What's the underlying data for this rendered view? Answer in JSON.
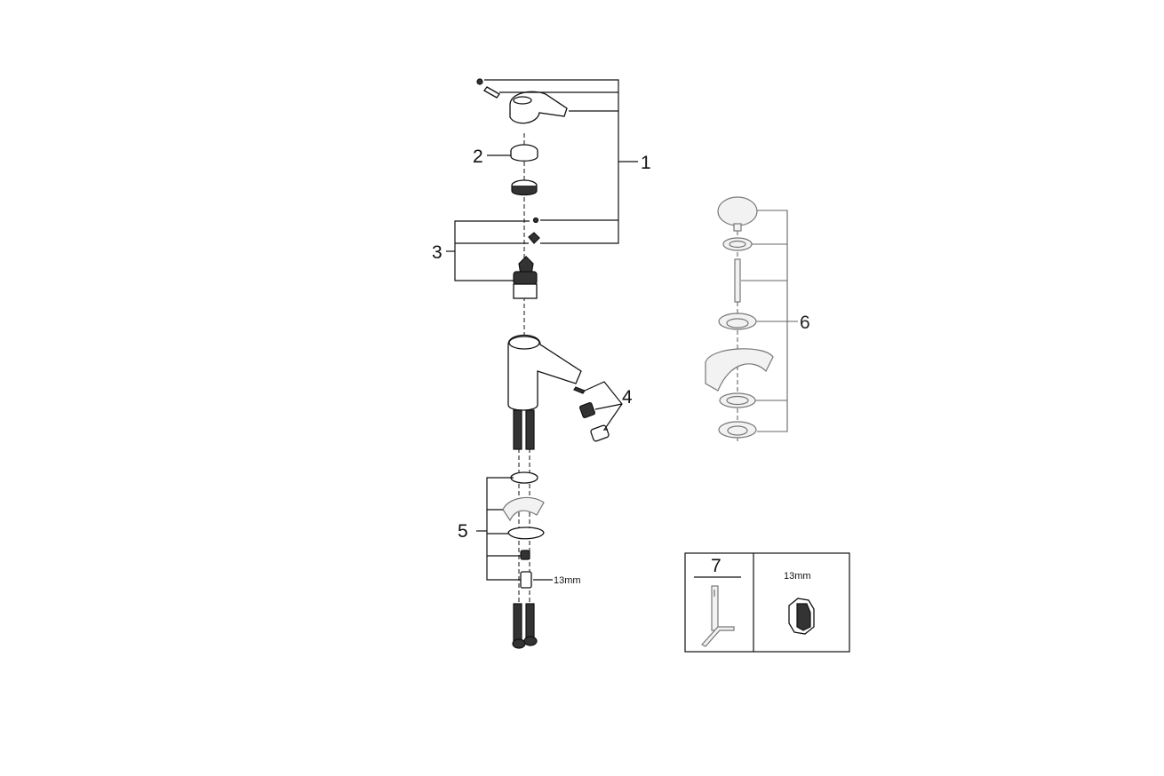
{
  "callouts": {
    "c1": "1",
    "c2": "2",
    "c3": "3",
    "c4": "4",
    "c5": "5",
    "c6": "6",
    "c7": "7"
  },
  "dimension_label": "13mm",
  "tool_box": {
    "number": "7",
    "size_label": "13mm"
  }
}
